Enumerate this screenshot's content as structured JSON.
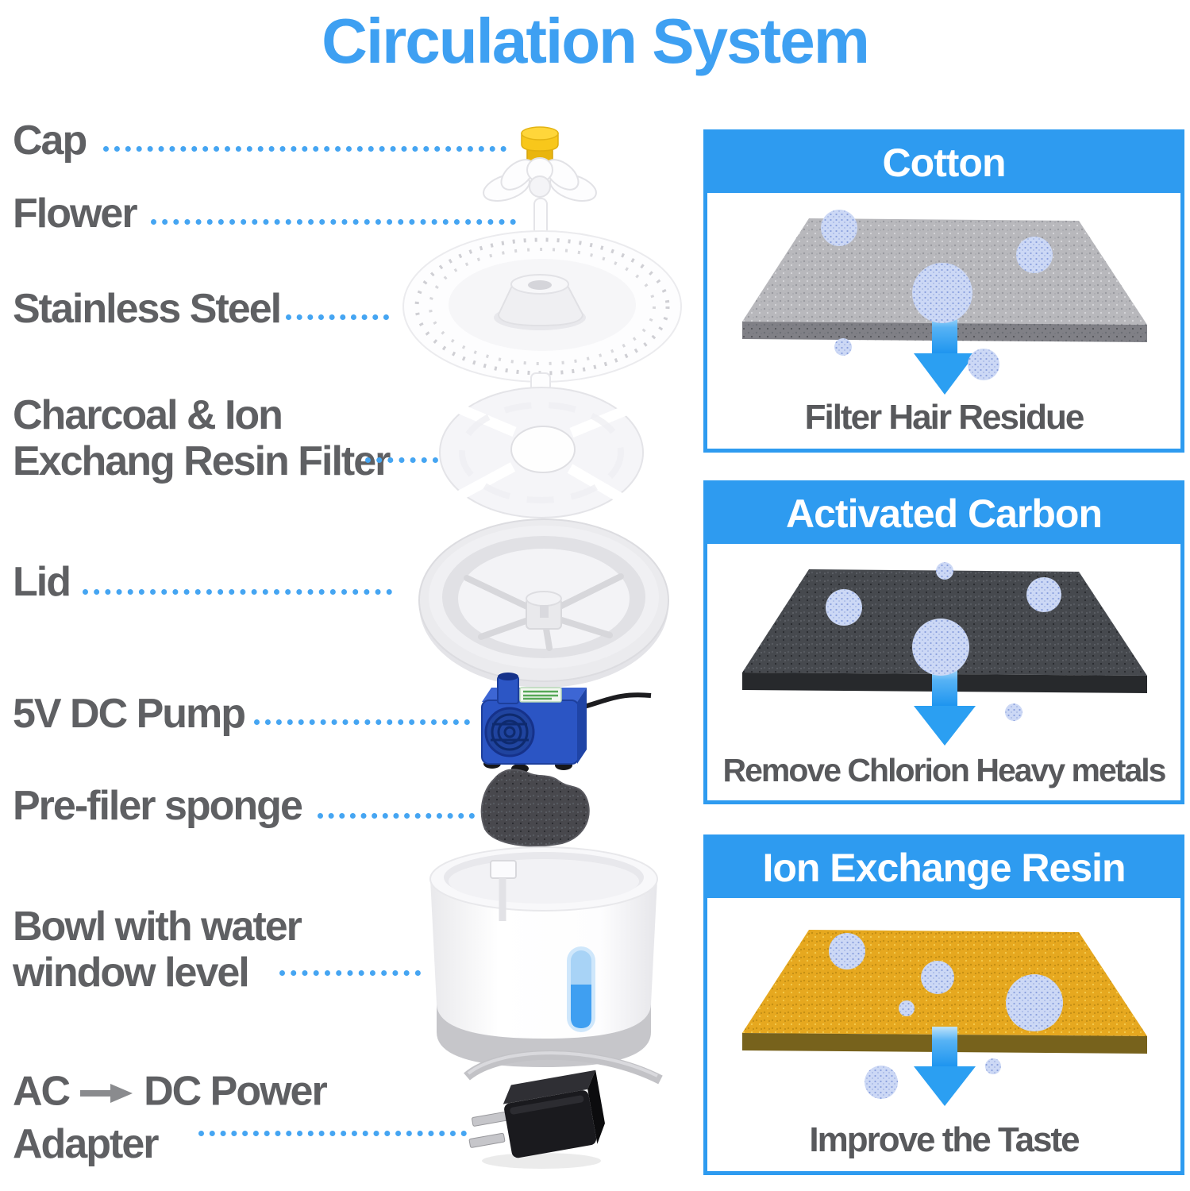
{
  "title": "Circulation System",
  "colors": {
    "title_blue": "#3EA0F2",
    "accent_blue": "#2E9BF0",
    "leader_dot_blue": "#45A5F2",
    "label_gray": "#5F6063",
    "caption_gray": "#58595C",
    "flow_arrow_blue": "#2B9FF2",
    "cotton_slab_gray": "#B8B8BC",
    "carbon_slab_dark": "#46494E",
    "resin_slab_gold": "#E6A81F",
    "particle_blue": "#CCD8F5",
    "cap_yellow": "#F8C71B",
    "pump_blue": "#2B55C4",
    "water_window_blue": "#3F9FF1"
  },
  "parts": [
    {
      "label": "Cap"
    },
    {
      "label": "Flower"
    },
    {
      "label": "Stainless Steel"
    },
    {
      "label_line1": "Charcoal & Ion",
      "label_line2": "Exchang Resin Filter"
    },
    {
      "label": "Lid"
    },
    {
      "label": "5V DC Pump"
    },
    {
      "label": "Pre-filer sponge"
    },
    {
      "label_line1": "Bowl with water",
      "label_line2": "window level"
    },
    {
      "label_before_arrow": "AC",
      "label_after_arrow": "DC Power",
      "label_line2": "Adapter"
    }
  ],
  "panels": [
    {
      "title": "Cotton",
      "caption": "Filter Hair Residue"
    },
    {
      "title": "Activated Carbon",
      "caption": "Remove Chlorion Heavy metals"
    },
    {
      "title": "Ion Exchange Resin",
      "caption": "Improve the Taste"
    }
  ]
}
